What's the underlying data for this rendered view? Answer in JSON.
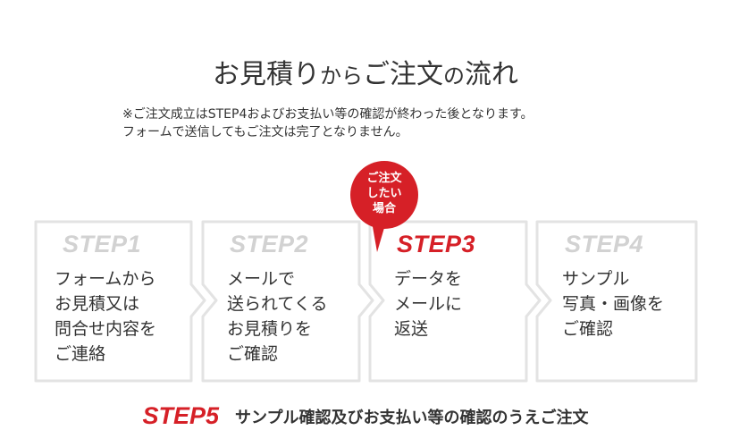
{
  "title": {
    "part1": "お見積り",
    "part2": "から",
    "part3": "ご注文",
    "part4": "の",
    "part5": "流れ"
  },
  "notes": [
    "※ご注文成立はSTEP4およびお支払い等の確認が終わった後となります。",
    "フォームで送信してもご注文は完了となりません。"
  ],
  "badge": {
    "lines": [
      "ご注文",
      "したい",
      "場合"
    ]
  },
  "steps": [
    {
      "title": "STEP1",
      "lines": [
        "フォームから",
        "お見積又は",
        "問合せ内容を",
        "ご連絡"
      ]
    },
    {
      "title": "STEP2",
      "lines": [
        "メールで",
        "送られてくる",
        "お見積りを",
        "ご確認"
      ]
    },
    {
      "title": "STEP3",
      "lines": [
        "データを",
        "メールに",
        "返送"
      ]
    },
    {
      "title": "STEP4",
      "lines": [
        "サンプル",
        "写真・画像を",
        "ご確認"
      ]
    }
  ],
  "step5": {
    "label": "STEP5",
    "text": "サンプル確認及びお支払い等の確認のうえご注文"
  },
  "colors": {
    "accent": "#d62027",
    "inactive_step": "#d2d2d2",
    "border": "#e3e3e3",
    "text": "#333333"
  }
}
